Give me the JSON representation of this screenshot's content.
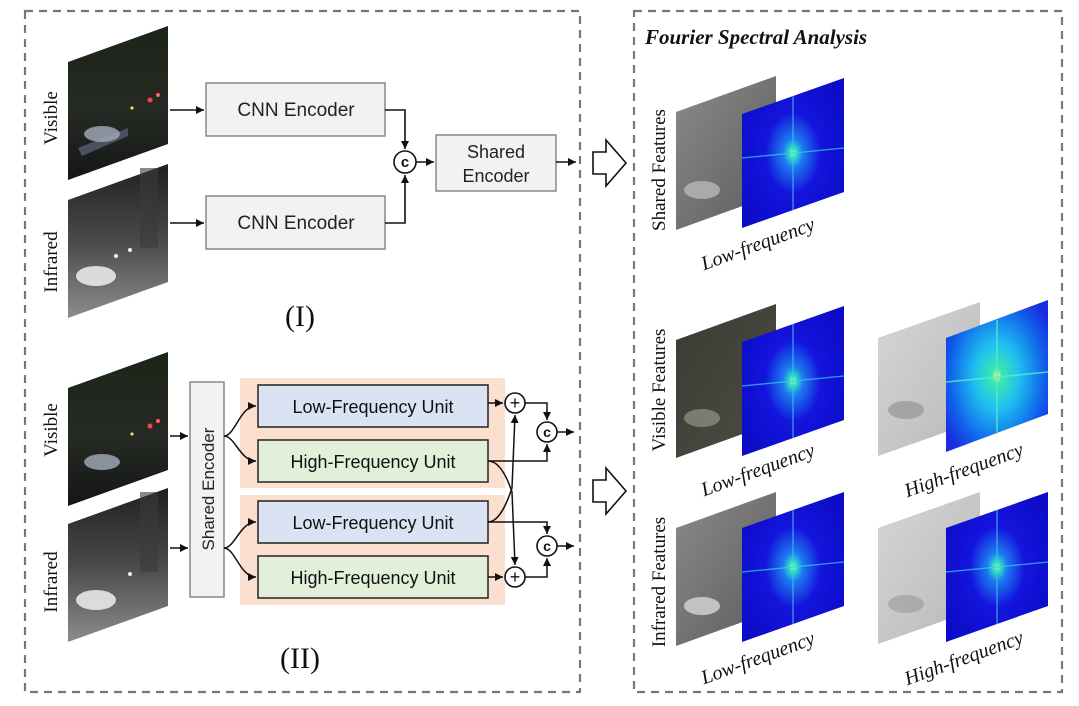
{
  "panel_right": {
    "title": "Fourier Spectral Analysis"
  },
  "part1": {
    "label": "(I)",
    "visible_label": "Visible",
    "infrared_label": "Infrared",
    "cnn_encoder_top": "CNN Encoder",
    "cnn_encoder_bottom": "CNN Encoder",
    "concat_symbol": "c",
    "shared_encoder_line1": "Shared",
    "shared_encoder_line2": "Encoder"
  },
  "part2": {
    "label": "(II)",
    "visible_label": "Visible",
    "infrared_label": "Infrared",
    "shared_encoder": "Shared Encoder",
    "low_unit_top": "Low-Frequency Unit",
    "high_unit_top": "High-Frequency Unit",
    "low_unit_bottom": "Low-Frequency Unit",
    "high_unit_bottom": "High-Frequency Unit",
    "add_symbol": "+",
    "concat_symbol": "c"
  },
  "spectral": {
    "shared_features": "Shared Features",
    "visible_features": "Visible Features",
    "infrared_features": "Infrared Features",
    "low_freq": "Low-frequency",
    "high_freq": "High-frequency"
  },
  "colors": {
    "dash_border": "#777777",
    "box_fill": "#f2f2f2",
    "low_unit_fill": "#dae3f3",
    "high_unit_fill": "#e2efd9",
    "unit_group_bg": "#fbe0d0",
    "spectrum_blue": "#1010d8"
  }
}
